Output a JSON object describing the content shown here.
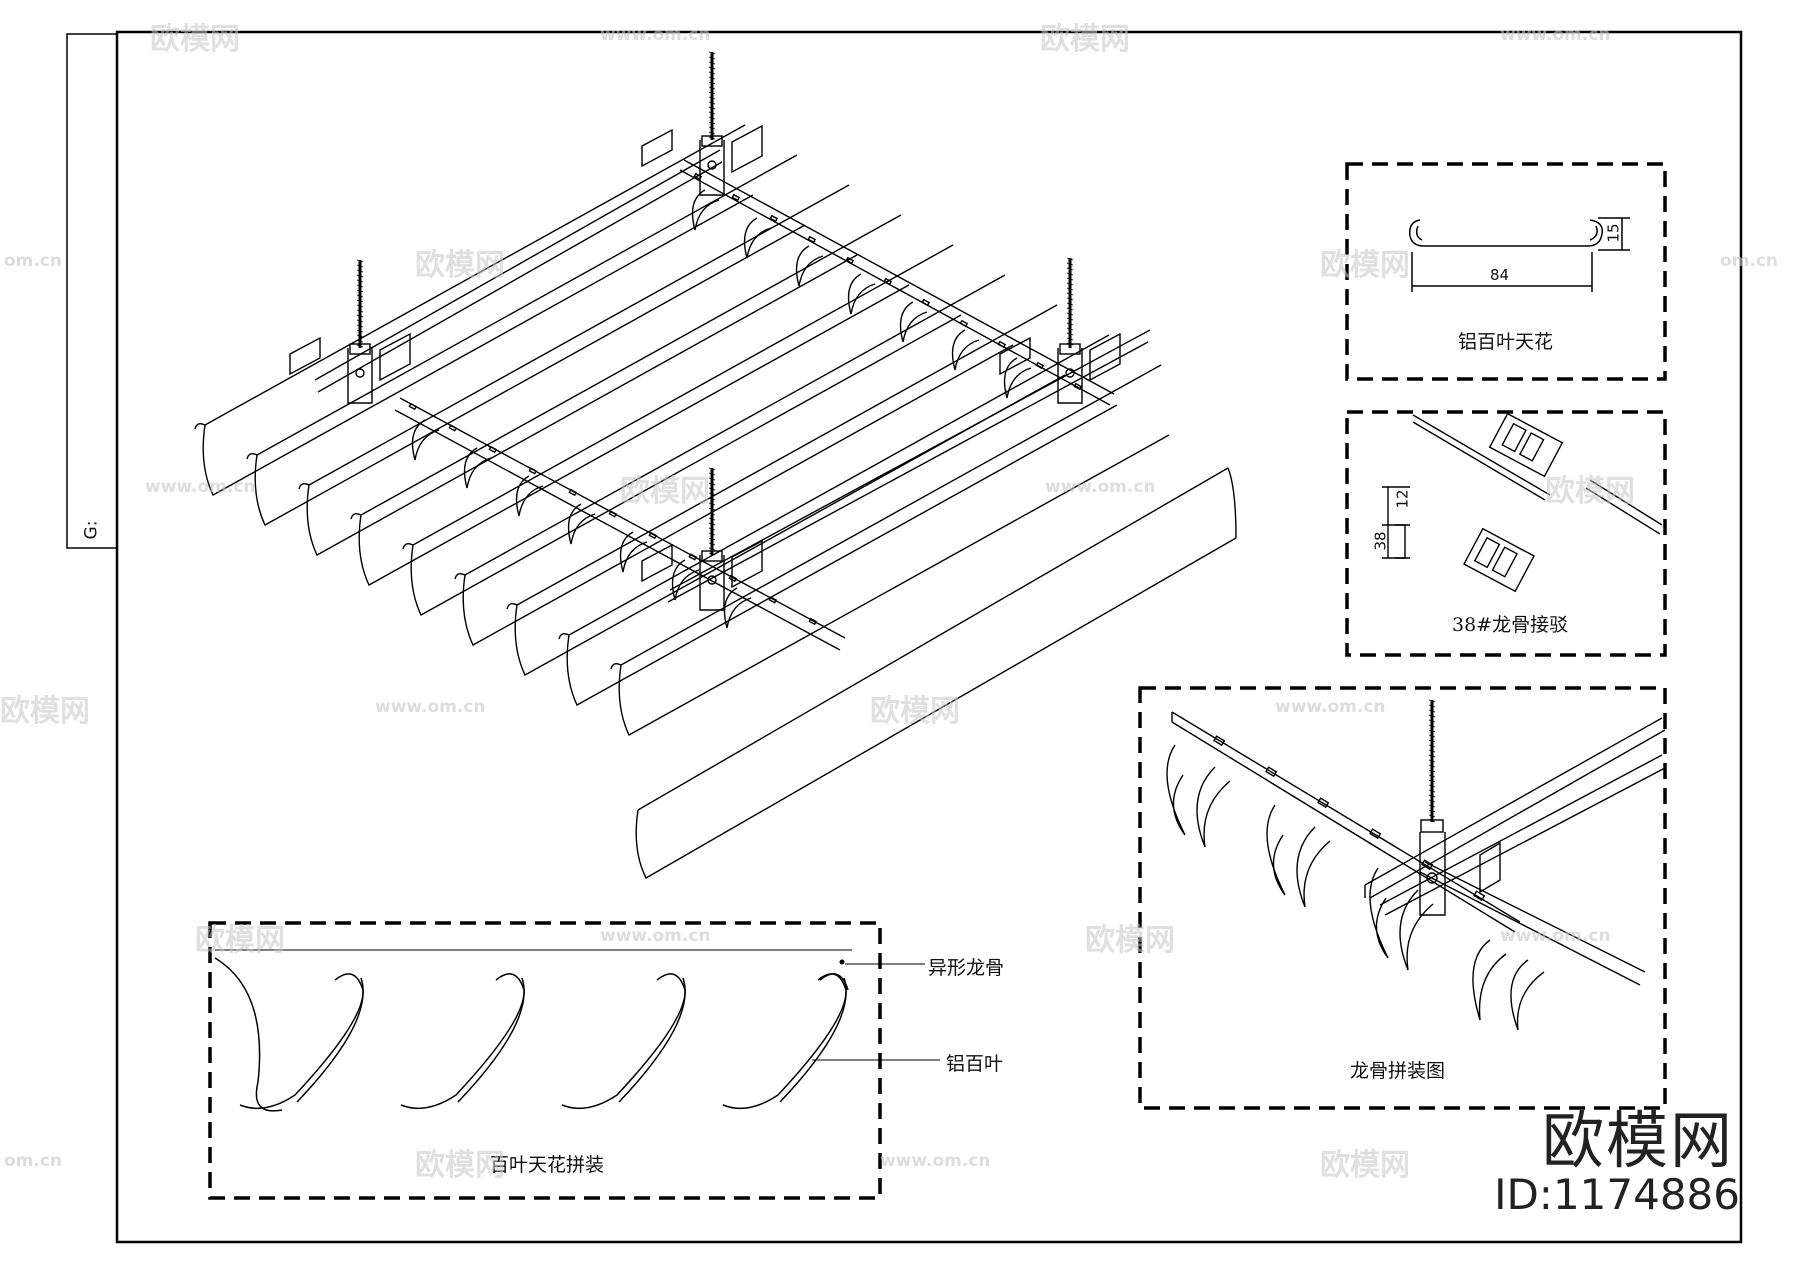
{
  "sheet_code": "G:",
  "details": {
    "louver_profile": {
      "title": "铝百叶天花",
      "dim_width": "84",
      "dim_height": "15"
    },
    "keel_joint": {
      "title": "38#龙骨接驳",
      "dim_top": "12",
      "dim_height": "38"
    },
    "keel_assembly": {
      "title": "龙骨拼装图"
    },
    "louver_assembly": {
      "title": "百叶天花拼装",
      "callout_keel": "异形龙骨",
      "callout_louver": "铝百叶"
    }
  },
  "watermark": {
    "brand": "欧模网",
    "id": "ID:1174886",
    "repeat_text": "欧模网",
    "url": "www.om.cn",
    "url_short": "om.cn"
  }
}
